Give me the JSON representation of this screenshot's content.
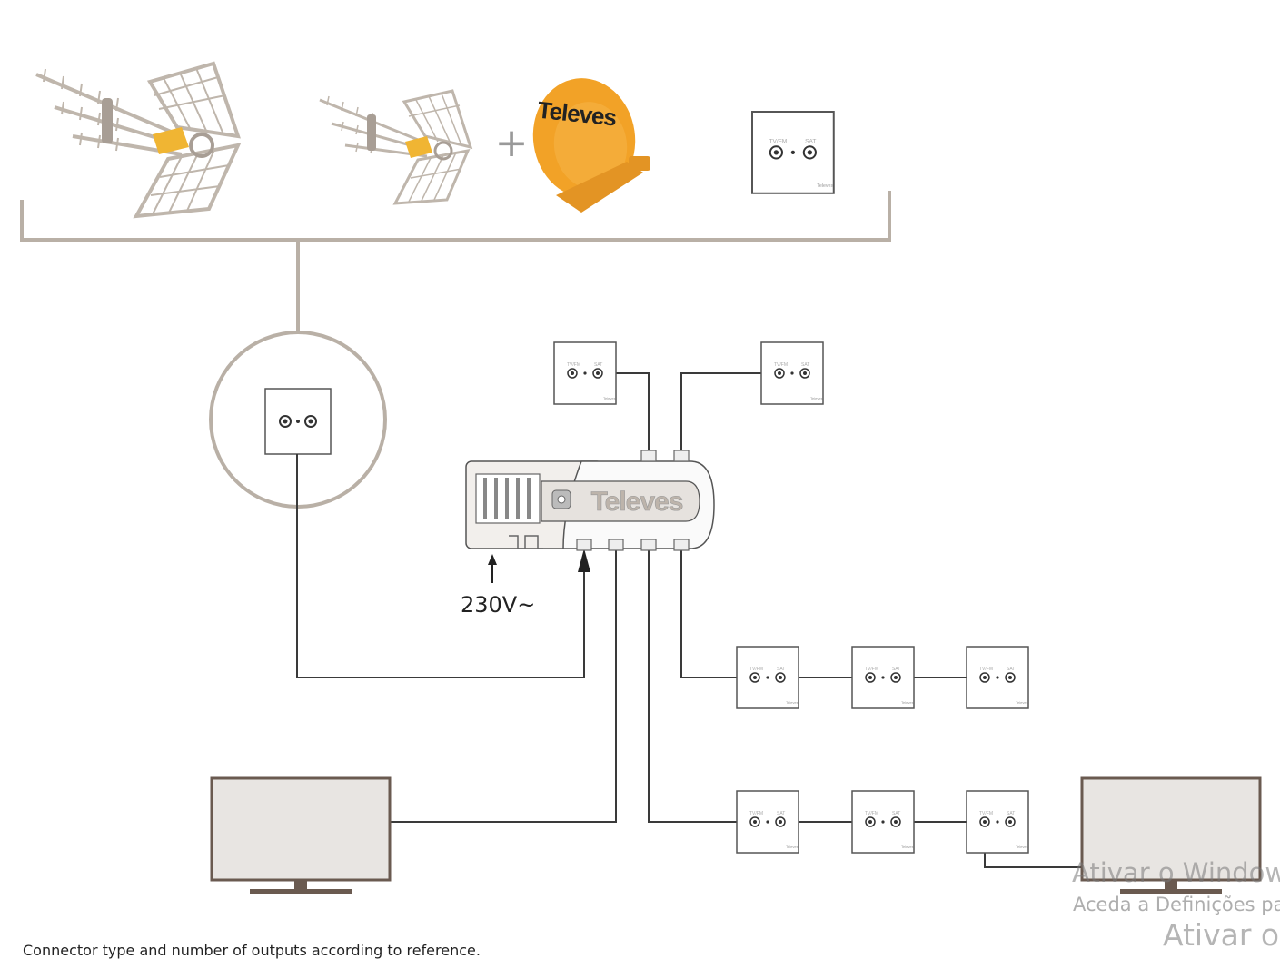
{
  "brand": {
    "name": "Televes"
  },
  "labels": {
    "plus": "+",
    "voltage": "230V~",
    "footnote": "Connector type and number of outputs according to reference."
  },
  "watermark": {
    "line1": "Ativar o Windows",
    "line2": "Aceda a Definições para",
    "line3": "Ativar o"
  },
  "colors": {
    "line_dark": "#3a3a3a",
    "line_light": "#b9b0a6",
    "dish_orange": "#f2a227",
    "antenna_gray": "#bfb6ac",
    "antenna_accent": "#f0b533",
    "screen_fill": "#e8e5e2",
    "tv_frame": "#6a5a50"
  }
}
